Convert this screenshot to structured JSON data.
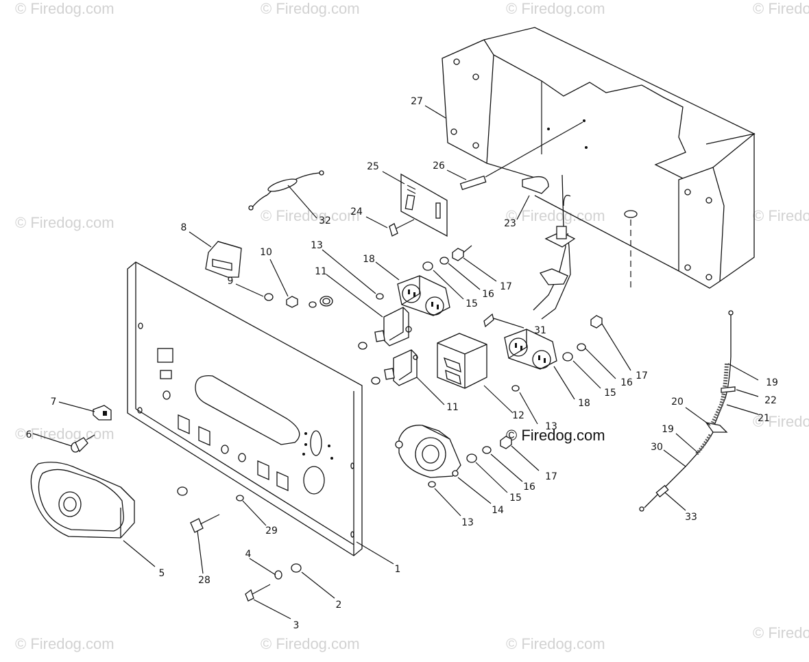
{
  "watermark": {
    "text": "© Firedog.com"
  },
  "callouts": [
    {
      "id": "c1",
      "label": "1"
    },
    {
      "id": "c2",
      "label": "2"
    },
    {
      "id": "c3",
      "label": "3"
    },
    {
      "id": "c4",
      "label": "4"
    },
    {
      "id": "c5",
      "label": "5"
    },
    {
      "id": "c6",
      "label": "6"
    },
    {
      "id": "c7",
      "label": "7"
    },
    {
      "id": "c8",
      "label": "8"
    },
    {
      "id": "c9",
      "label": "9"
    },
    {
      "id": "c10",
      "label": "10"
    },
    {
      "id": "c11a",
      "label": "11"
    },
    {
      "id": "c11b",
      "label": "11"
    },
    {
      "id": "c12",
      "label": "12"
    },
    {
      "id": "c13a",
      "label": "13"
    },
    {
      "id": "c13b",
      "label": "13"
    },
    {
      "id": "c13c",
      "label": "13"
    },
    {
      "id": "c14",
      "label": "14"
    },
    {
      "id": "c15a",
      "label": "15"
    },
    {
      "id": "c15b",
      "label": "15"
    },
    {
      "id": "c15c",
      "label": "15"
    },
    {
      "id": "c16a",
      "label": "16"
    },
    {
      "id": "c16b",
      "label": "16"
    },
    {
      "id": "c16c",
      "label": "16"
    },
    {
      "id": "c17a",
      "label": "17"
    },
    {
      "id": "c17b",
      "label": "17"
    },
    {
      "id": "c17c",
      "label": "17"
    },
    {
      "id": "c18a",
      "label": "18"
    },
    {
      "id": "c18b",
      "label": "18"
    },
    {
      "id": "c19a",
      "label": "19"
    },
    {
      "id": "c19b",
      "label": "19"
    },
    {
      "id": "c20",
      "label": "20"
    },
    {
      "id": "c21",
      "label": "21"
    },
    {
      "id": "c22",
      "label": "22"
    },
    {
      "id": "c23",
      "label": "23"
    },
    {
      "id": "c24",
      "label": "24"
    },
    {
      "id": "c25",
      "label": "25"
    },
    {
      "id": "c26",
      "label": "26"
    },
    {
      "id": "c27",
      "label": "27"
    },
    {
      "id": "c28",
      "label": "28"
    },
    {
      "id": "c29",
      "label": "29"
    },
    {
      "id": "c30",
      "label": "30"
    },
    {
      "id": "c31",
      "label": "31"
    },
    {
      "id": "c32",
      "label": "32"
    },
    {
      "id": "c33",
      "label": "33"
    }
  ]
}
